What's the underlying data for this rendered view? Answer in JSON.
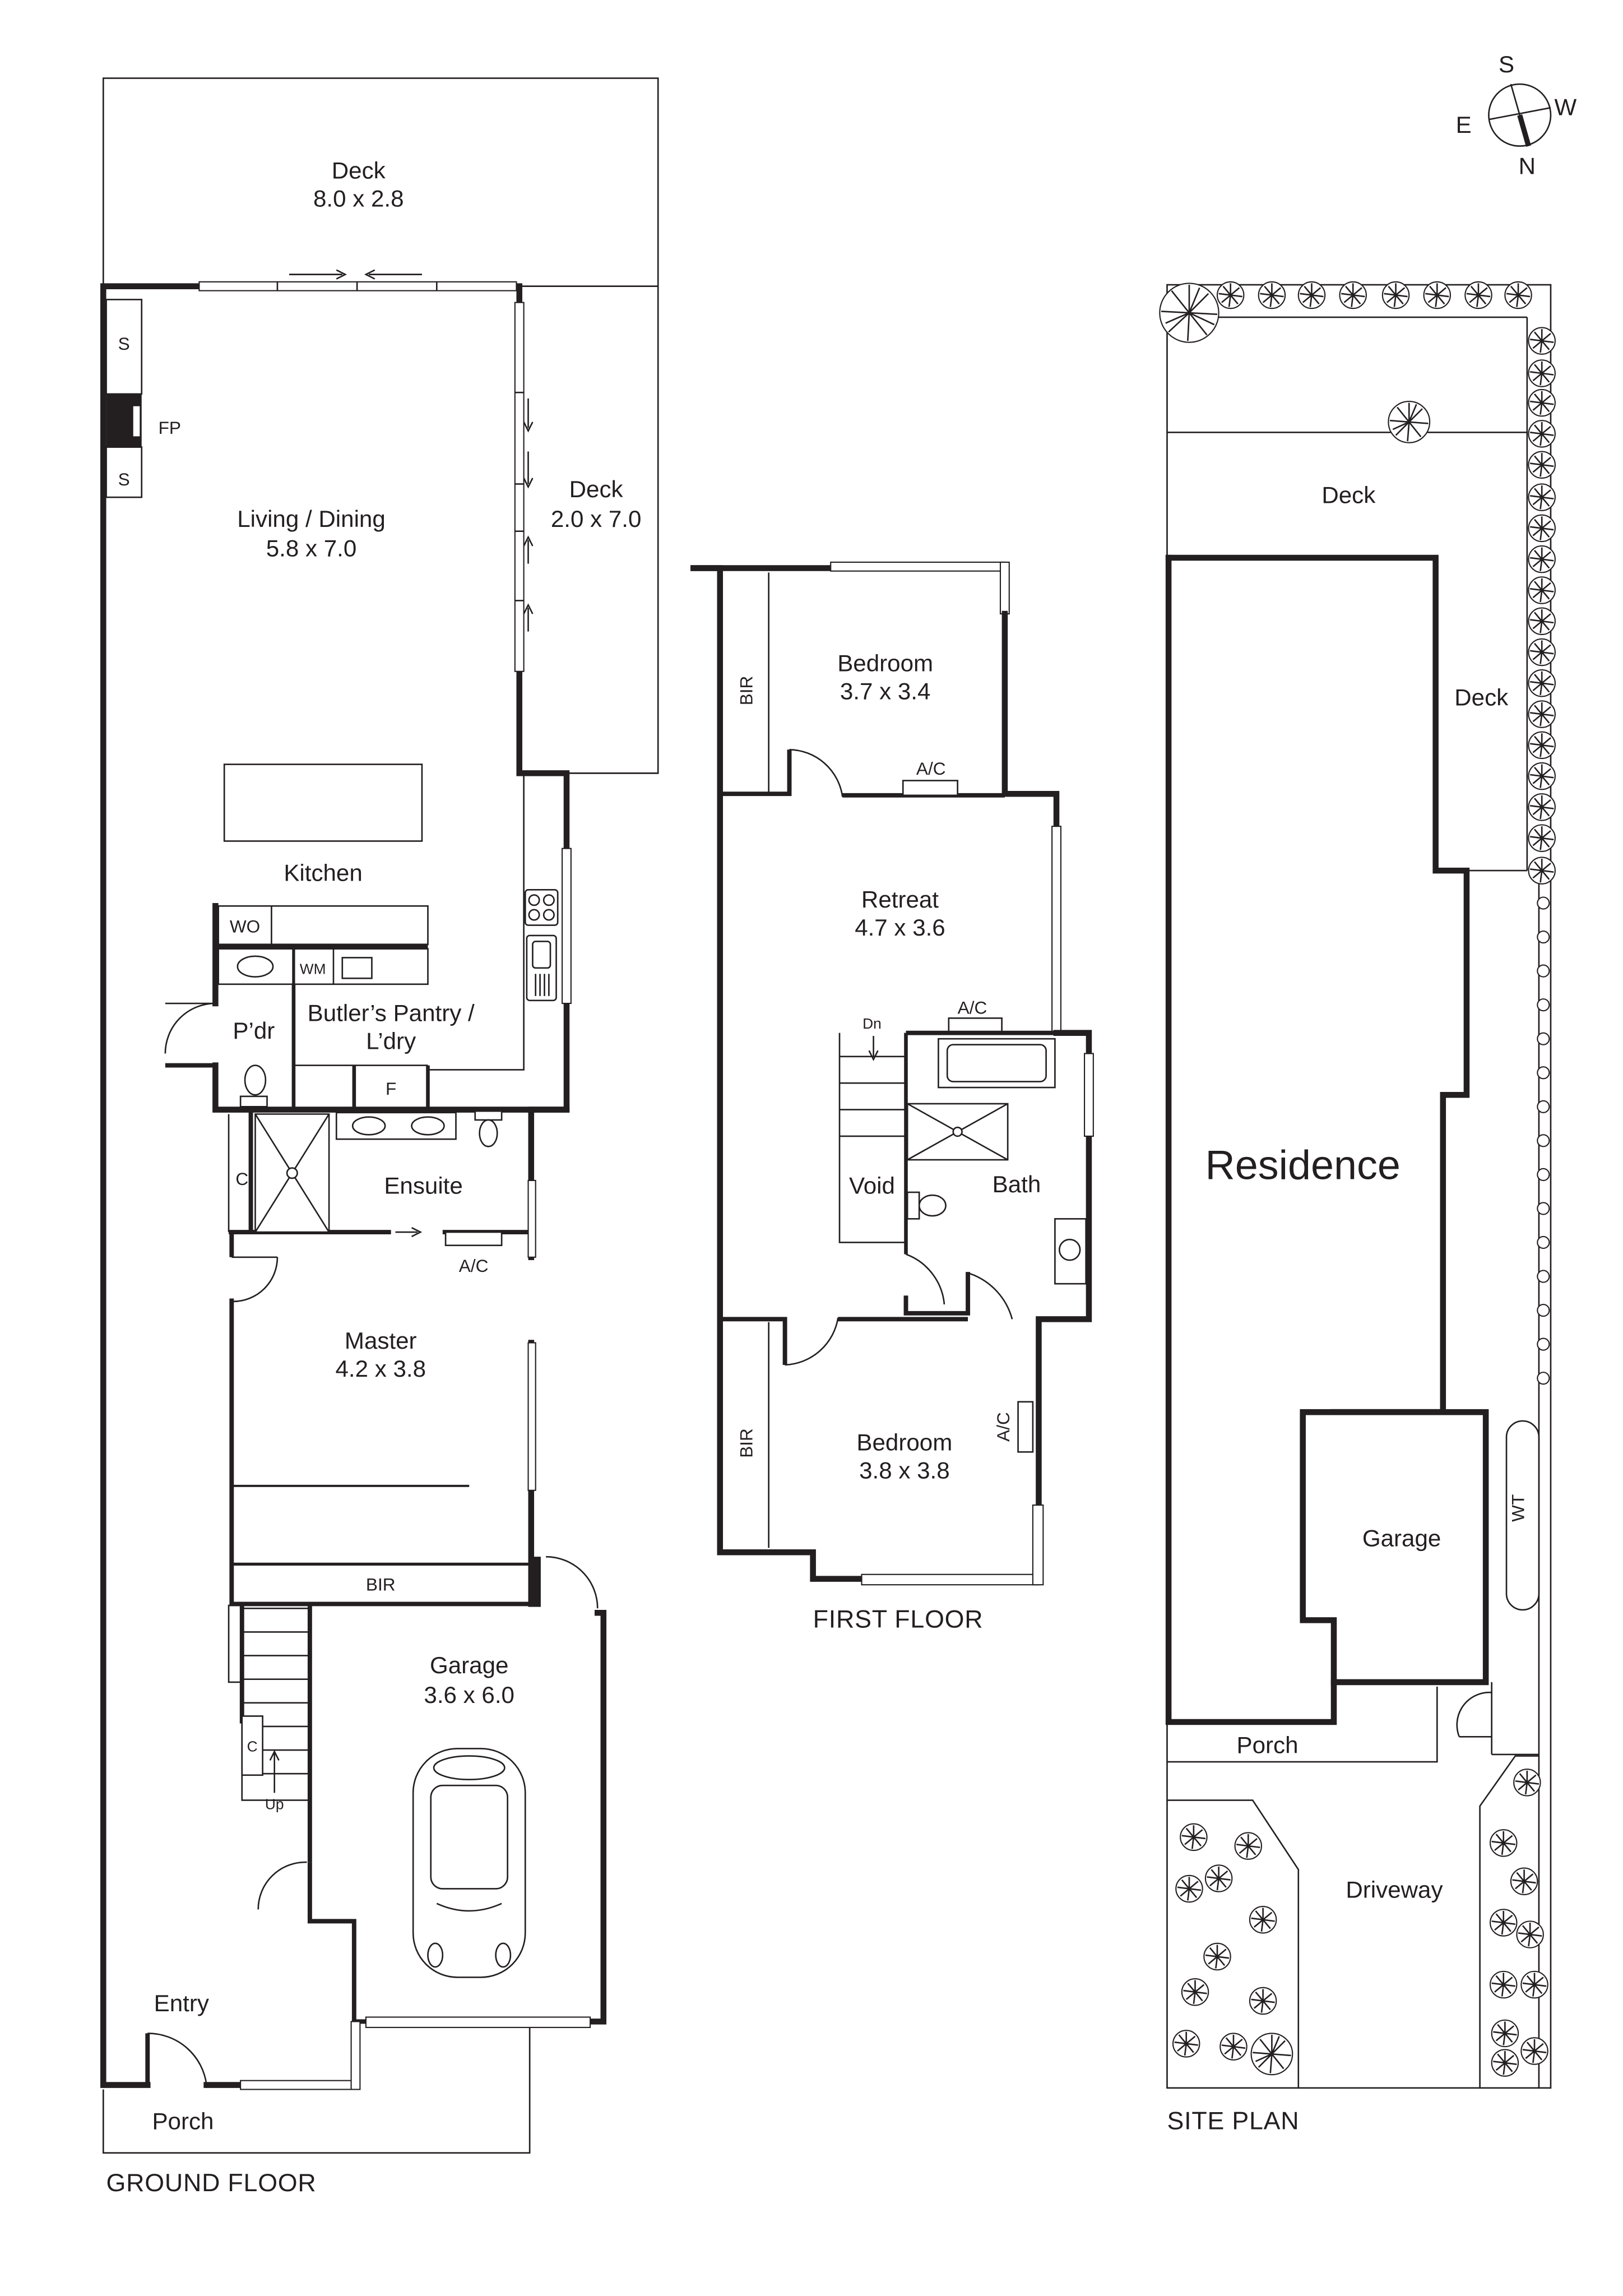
{
  "compass": {
    "north": "N",
    "south": "S",
    "east": "E",
    "west": "W"
  },
  "ground_floor": {
    "title": "GROUND FLOOR",
    "rooms": {
      "deck_rear": {
        "name": "Deck",
        "size": "8.0 x 2.8"
      },
      "deck_side": {
        "name": "Deck",
        "size": "2.0 x 7.0"
      },
      "living_dining": {
        "name": "Living / Dining",
        "size": "5.8 x 7.0"
      },
      "kitchen": {
        "name": "Kitchen"
      },
      "powder": {
        "name": "P’dr"
      },
      "butlers_pantry": {
        "name_line1": "Butler’s Pantry /",
        "name_line2": "L’dry"
      },
      "ensuite": {
        "name": "Ensuite"
      },
      "master": {
        "name": "Master",
        "size": "4.2 x 3.8"
      },
      "bir": {
        "name": "BIR"
      },
      "garage": {
        "name": "Garage",
        "size": "3.6 x 6.0"
      },
      "entry": {
        "name": "Entry"
      },
      "porch": {
        "name": "Porch"
      }
    },
    "fixtures": {
      "storage_1": "S",
      "storage_2": "S",
      "fireplace": "FP",
      "wall_oven": "WO",
      "washing_machine": "WM",
      "fridge": "F",
      "cupboard_ensuite": "C",
      "cupboard_stairs": "C",
      "ac_master": "A/C",
      "stairs_up": "Up"
    }
  },
  "first_floor": {
    "title": "FIRST FLOOR",
    "rooms": {
      "bedroom_1": {
        "name": "Bedroom",
        "size": "3.7 x 3.4"
      },
      "retreat": {
        "name": "Retreat",
        "size": "4.7 x 3.6"
      },
      "void": {
        "name": "Void"
      },
      "bath": {
        "name": "Bath"
      },
      "bedroom_2": {
        "name": "Bedroom",
        "size": "3.8 x 3.8"
      }
    },
    "fixtures": {
      "bir_1": "BIR",
      "bir_2": "BIR",
      "ac_bedroom_1": "A/C",
      "ac_retreat": "A/C",
      "ac_bedroom_2": "A/C",
      "stairs_down": "Dn"
    }
  },
  "site_plan": {
    "title": "SITE PLAN",
    "areas": {
      "deck_rear": "Deck",
      "deck_side": "Deck",
      "residence": "Residence",
      "garage": "Garage",
      "water_tank": "WT",
      "porch": "Porch",
      "driveway": "Driveway"
    }
  }
}
